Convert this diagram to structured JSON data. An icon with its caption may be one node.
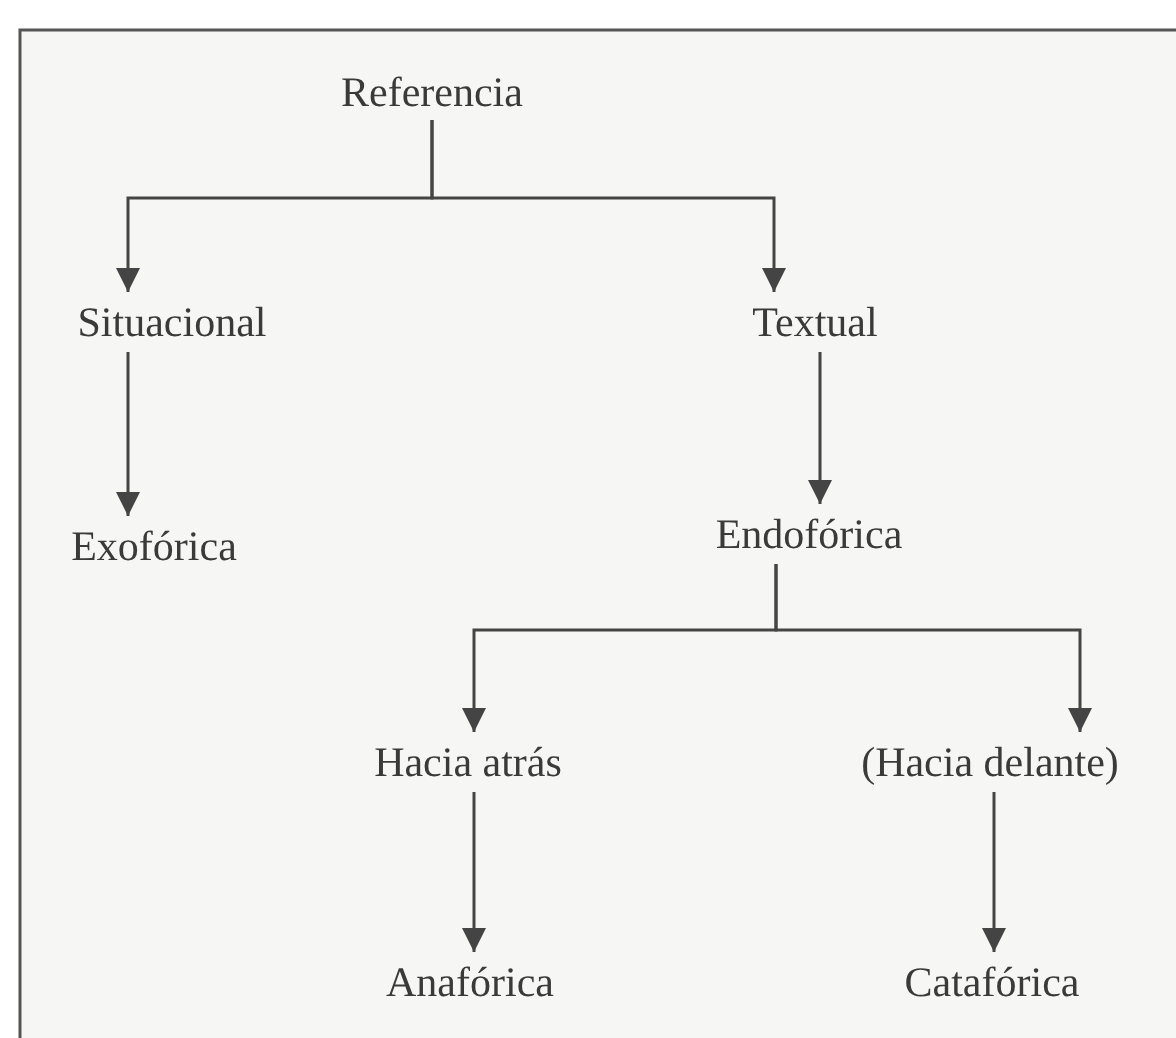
{
  "diagram": {
    "nodes": [
      {
        "text": [
          "Referencia"
        ]
      },
      {
        "text": [
          "Situacional"
        ]
      },
      {
        "text": [
          "Textual"
        ]
      },
      {
        "text": [
          "Exofórica"
        ]
      },
      {
        "text": [
          "Endofórica"
        ]
      },
      {
        "text": [
          "Hacia atrás"
        ]
      },
      {
        "text": [
          "(Hacia delante)"
        ]
      },
      {
        "text": [
          "Anafórica"
        ]
      },
      {
        "text": [
          "Catafórica"
        ]
      }
    ],
    "edges": [
      {
        "from": 0,
        "to": 1,
        "arrow": "to"
      },
      {
        "from": 0,
        "to": 2,
        "arrow": "to"
      },
      {
        "from": 1,
        "to": 3,
        "arrow": "to"
      },
      {
        "from": 2,
        "to": 4,
        "arrow": "to"
      },
      {
        "from": 4,
        "to": 5,
        "arrow": "to"
      },
      {
        "from": 4,
        "to": 6,
        "arrow": "to"
      },
      {
        "from": 5,
        "to": 7,
        "arrow": "to"
      },
      {
        "from": 6,
        "to": 8,
        "arrow": "to"
      }
    ]
  }
}
